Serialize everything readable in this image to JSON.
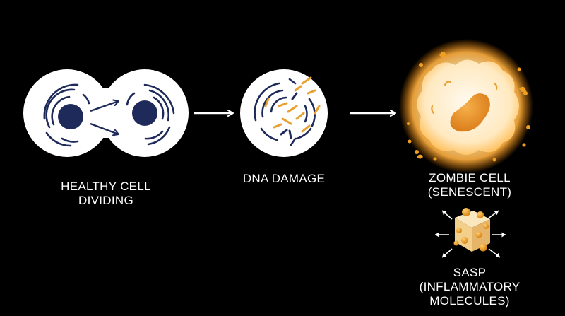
{
  "stages": [
    {
      "id": "healthy",
      "label_lines": [
        "HEALTHY CELL",
        "DIVIDING"
      ]
    },
    {
      "id": "damage",
      "label_lines": [
        "DNA DAMAGE"
      ]
    },
    {
      "id": "zombie",
      "label_lines": [
        "ZOMBIE CELL",
        "(SENESCENT)"
      ]
    },
    {
      "id": "sasp",
      "label_lines": [
        "SASP",
        "(INFLAMMATORY",
        "MOLECULES)"
      ]
    }
  ],
  "colors": {
    "background": "#000000",
    "cell_fill": "#ffffff",
    "nucleus": "#1e2a5a",
    "dna_strand": "#1e2a5a",
    "damage_fragment": "#e8a030",
    "zombie_glow": "#ff9a1a",
    "zombie_body": "#fff4d8",
    "zombie_nucleus": "#e8902a",
    "sasp_cube": "#f5d9a0",
    "sasp_sphere": "#f0a020",
    "arrow": "#ffffff"
  },
  "icons": [
    "dividing-cell-icon",
    "damaged-cell-icon",
    "zombie-cell-icon",
    "sasp-cube-icon",
    "right-arrow-icon"
  ]
}
